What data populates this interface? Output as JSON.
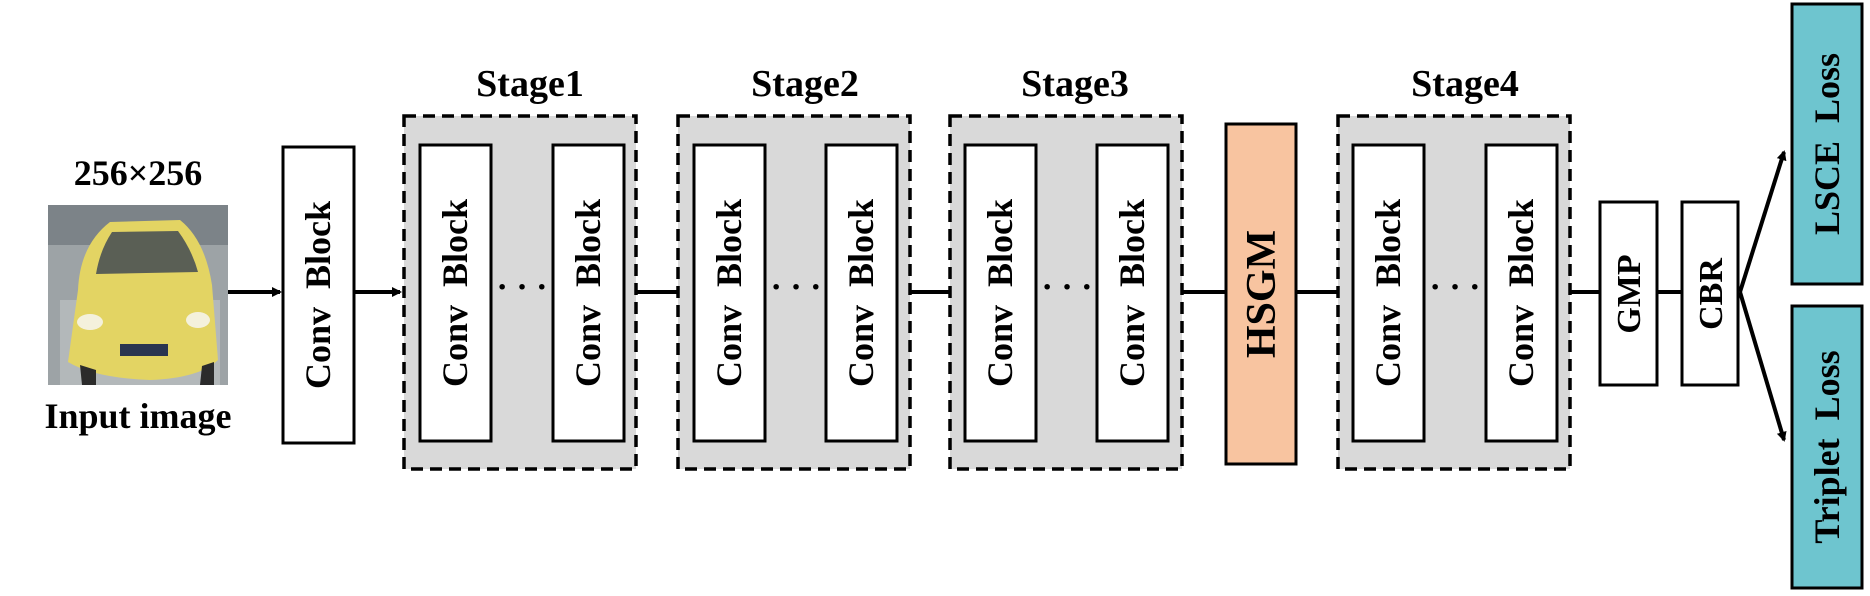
{
  "input": {
    "size_label": "256×256",
    "caption": "Input image"
  },
  "conv_block_label": "Conv  Block",
  "dots": "· · ·",
  "stages": [
    {
      "title": "Stage1"
    },
    {
      "title": "Stage2"
    },
    {
      "title": "Stage3"
    },
    {
      "title": "Stage4"
    }
  ],
  "hsgm": {
    "label": "HSGM",
    "color": "#f8c4a0"
  },
  "gmp": {
    "label": "GMP"
  },
  "cbr": {
    "label": "CBR"
  },
  "losses": {
    "lsce": {
      "label": "LSCE  Loss"
    },
    "triplet": {
      "label": "Triplet  Loss"
    },
    "color": "#6ec5cf"
  },
  "colors": {
    "stage_fill": "#d9d9d9",
    "car_body": "#e3d463"
  }
}
